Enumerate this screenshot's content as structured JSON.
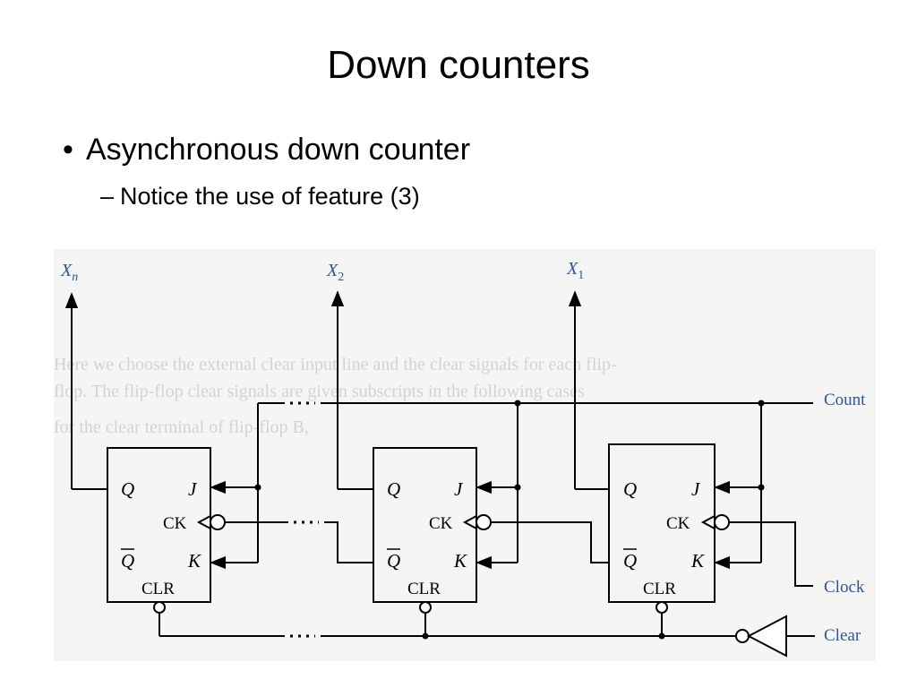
{
  "slide": {
    "title": "Down counters",
    "bullet_level1": "Asynchronous down counter",
    "bullet_level2": "Notice the use of feature (3)",
    "bullet_marker": "•",
    "dash_marker": "–"
  },
  "figure": {
    "outputs": {
      "xn_base": "X",
      "xn_sub": "n",
      "x2_base": "X",
      "x2_sub": "2",
      "x1_base": "X",
      "x1_sub": "1"
    },
    "signals": {
      "count": "Count",
      "clock": "Clock",
      "clear": "Clear"
    },
    "flipflop_pins": {
      "q": "Q",
      "qbar": "Q",
      "j": "J",
      "k": "K",
      "ck": "CK",
      "clr": "CLR"
    },
    "bleed_through_text": [
      "Here we choose the external clear input line and the clear signals for each flip-",
      "flop. The flip-flop clear signals are given subscripts in the following cases",
      "for the clear terminal of flip-flop B,"
    ],
    "colors": {
      "signal_label": "#2a55a8",
      "wire": "#000000",
      "figure_bg": "#f5f5f3"
    }
  }
}
